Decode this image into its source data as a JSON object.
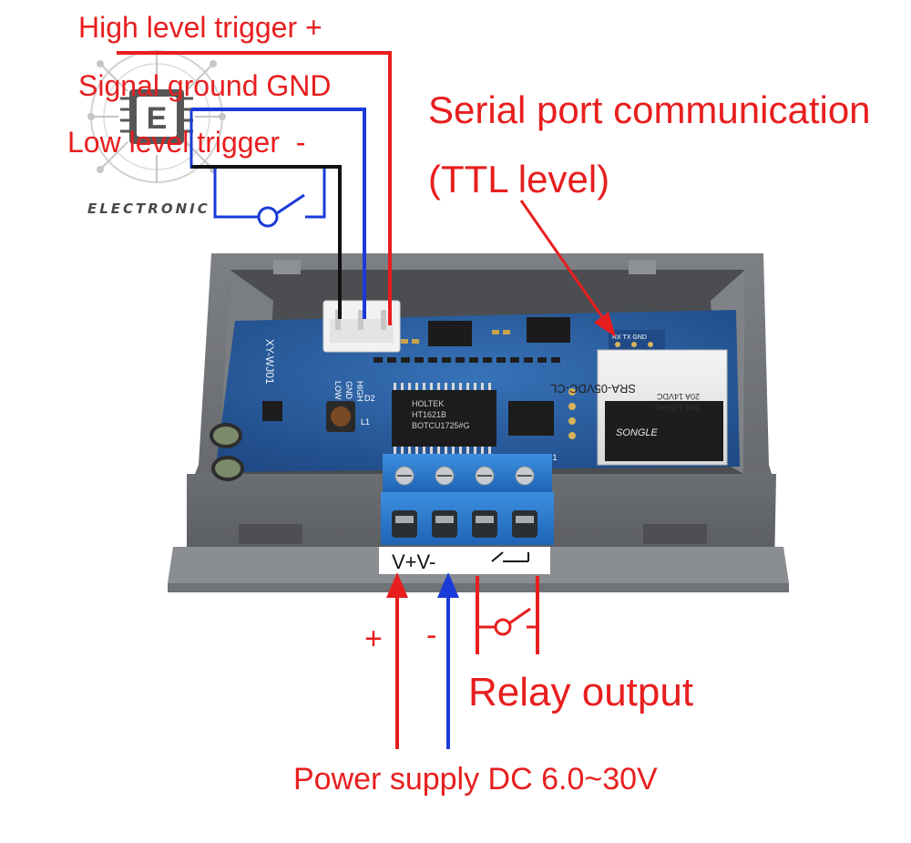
{
  "labels": {
    "high_trigger": "High level trigger",
    "high_trigger_sign": "+",
    "signal_gnd": "Signal ground GND",
    "low_trigger": "Low level trigger",
    "low_trigger_sign": "-",
    "serial_line1": "Serial port communication",
    "serial_line2": "(TTL level)",
    "plus_sign": "+",
    "minus_sign": "-",
    "relay_output": "Relay output",
    "power_supply": "Power supply DC 6.0~30V"
  },
  "watermark": {
    "text": "ELECTRONIC",
    "logo_letter": "E"
  },
  "board": {
    "model": "XY-WJ01",
    "connector_pins": [
      "HIGH",
      "GND",
      "LOW"
    ],
    "serial_pins": "RX  TX  GND",
    "chip_main": [
      "HOLTEK",
      "HT1621B",
      "BOTCU1725#G"
    ],
    "relay_model": "SRA-05VDC-CL",
    "relay_ratings": [
      "20A 14VDC",
      "20A 125VAC"
    ],
    "relay_brand": "SONGLE",
    "terminal_labels": "V+V-",
    "diode_label": "D2",
    "inductor_label": "L1",
    "resistor_label": "R1"
  },
  "colors": {
    "wire_red": "#e81e1e",
    "wire_blue": "#1a3bd8",
    "wire_black": "#111111",
    "pcb": "#2b5ea0",
    "terminal_block": "#2f7fd0",
    "case": "#6b6d70"
  }
}
